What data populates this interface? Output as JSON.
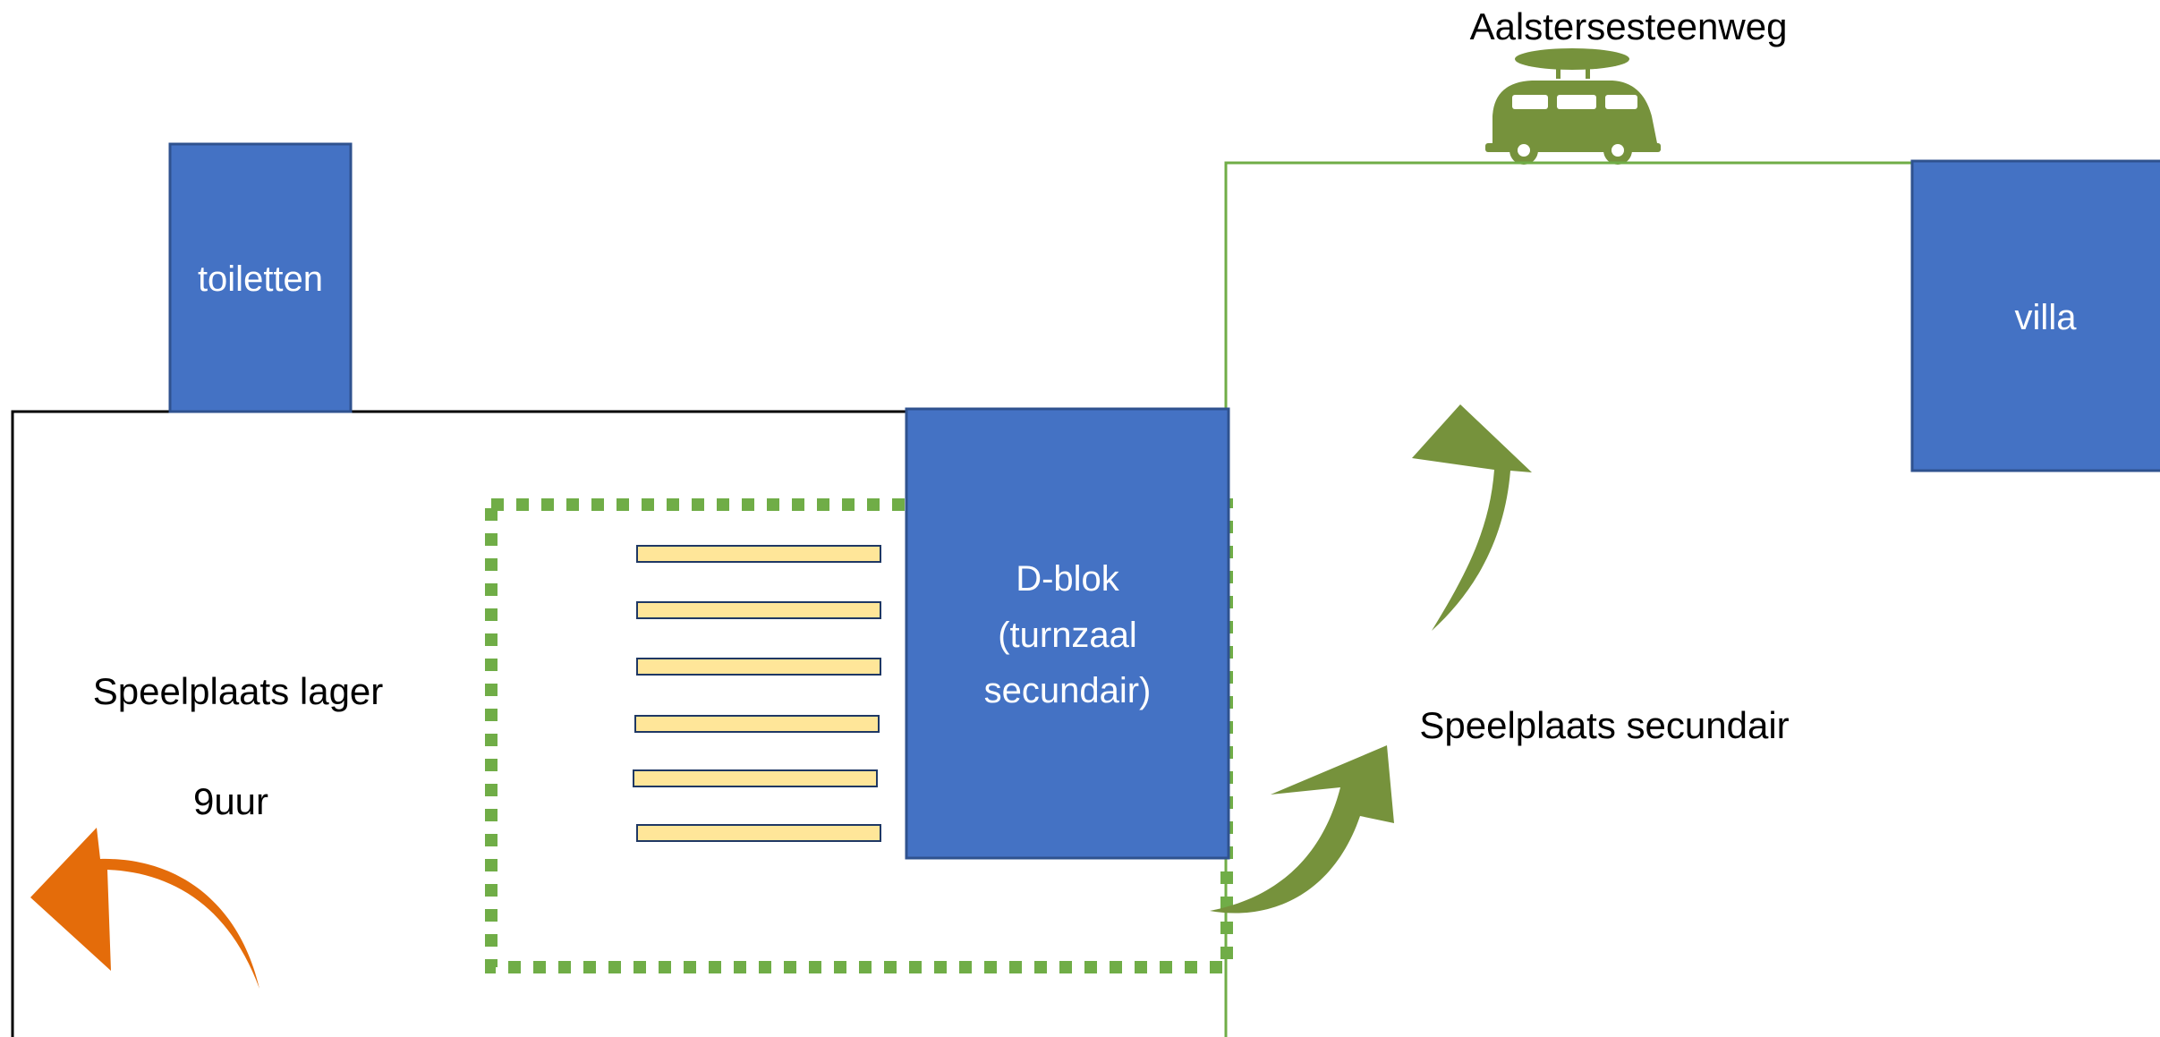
{
  "colors": {
    "building": "#4472C4",
    "building_border": "#2F528F",
    "green_arrow": "#76923C",
    "orange_arrow": "#E46C0A",
    "dotted_border": "#70AD47",
    "green_line": "#70AD47",
    "bench_fill": "#FFE699",
    "bench_border": "#1F3864",
    "outline": "#000000"
  },
  "labels": {
    "street": "Aalstersesteenweg",
    "toiletten": "toiletten",
    "villa": "villa",
    "dblok_line1": "D-blok",
    "dblok_line2": "(turnzaal",
    "dblok_line3": "secundair)",
    "playground_primary": "Speelplaats lager",
    "time": "9uur",
    "playground_secondary": "Speelplaats secundair"
  },
  "icons": {
    "street_vehicle": "van-with-surfboard-icon",
    "exit_arrow_primary": "curved-arrow-left-icon",
    "route_arrow_1": "curved-arrow-up-right-icon",
    "route_arrow_2": "curved-arrow-up-icon"
  },
  "benches": {
    "count": 6
  }
}
